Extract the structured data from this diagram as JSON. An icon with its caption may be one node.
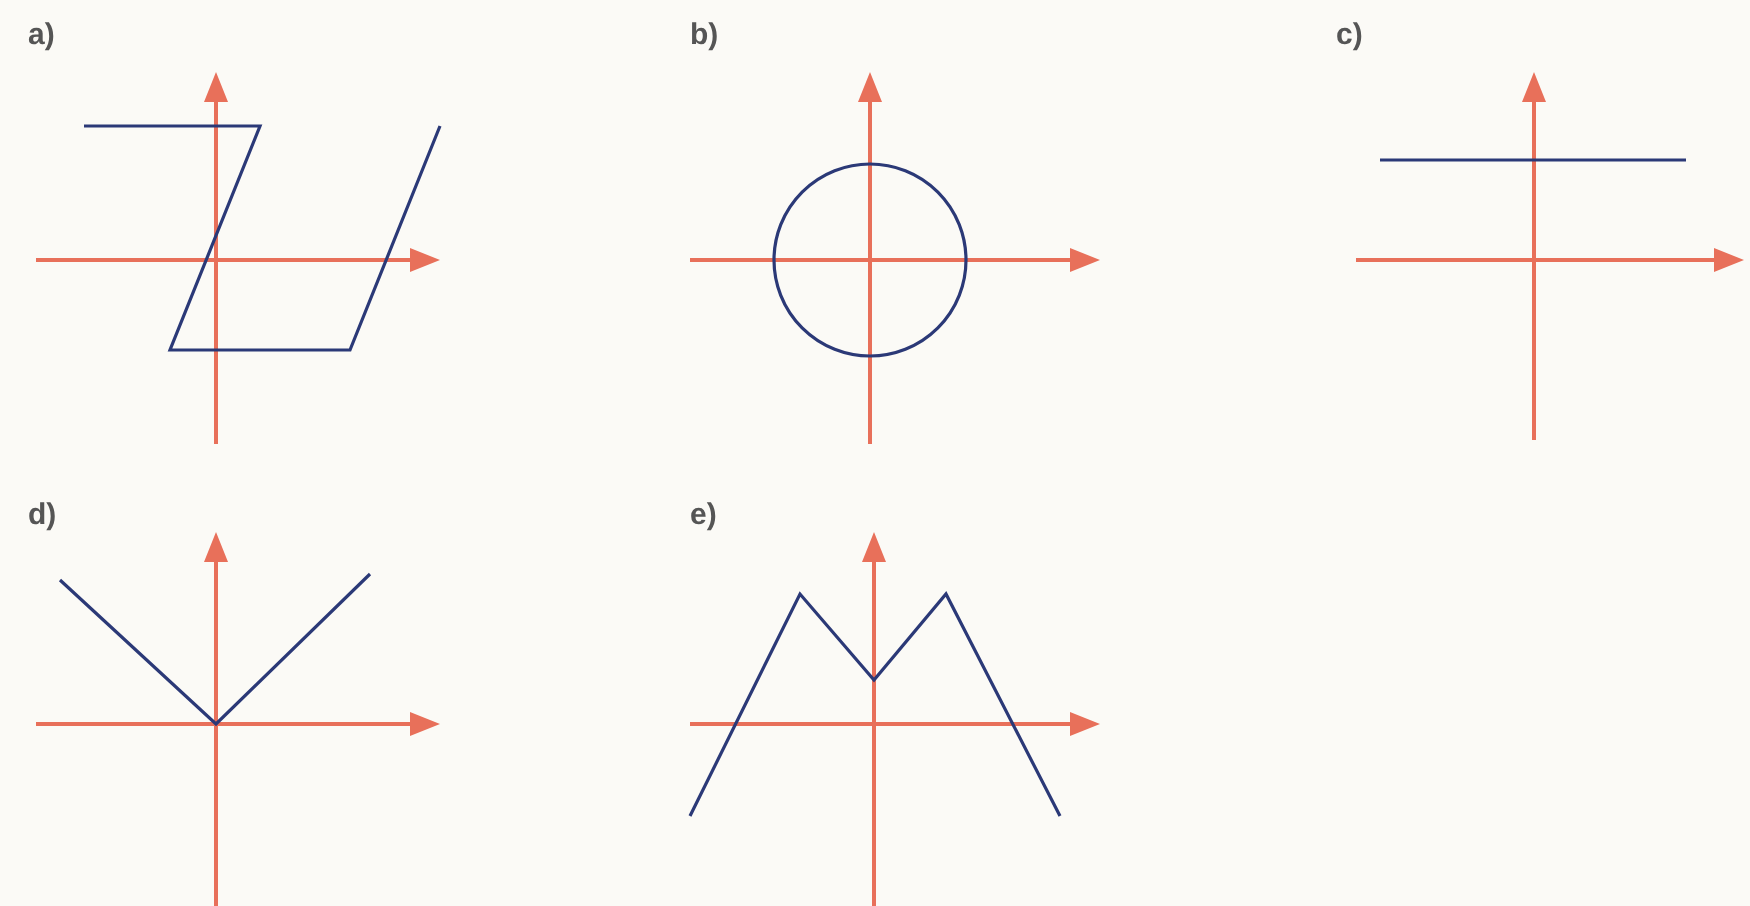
{
  "diagram": {
    "labels": [
      "a)",
      "b)",
      "c)",
      "d)",
      "e)"
    ]
  }
}
